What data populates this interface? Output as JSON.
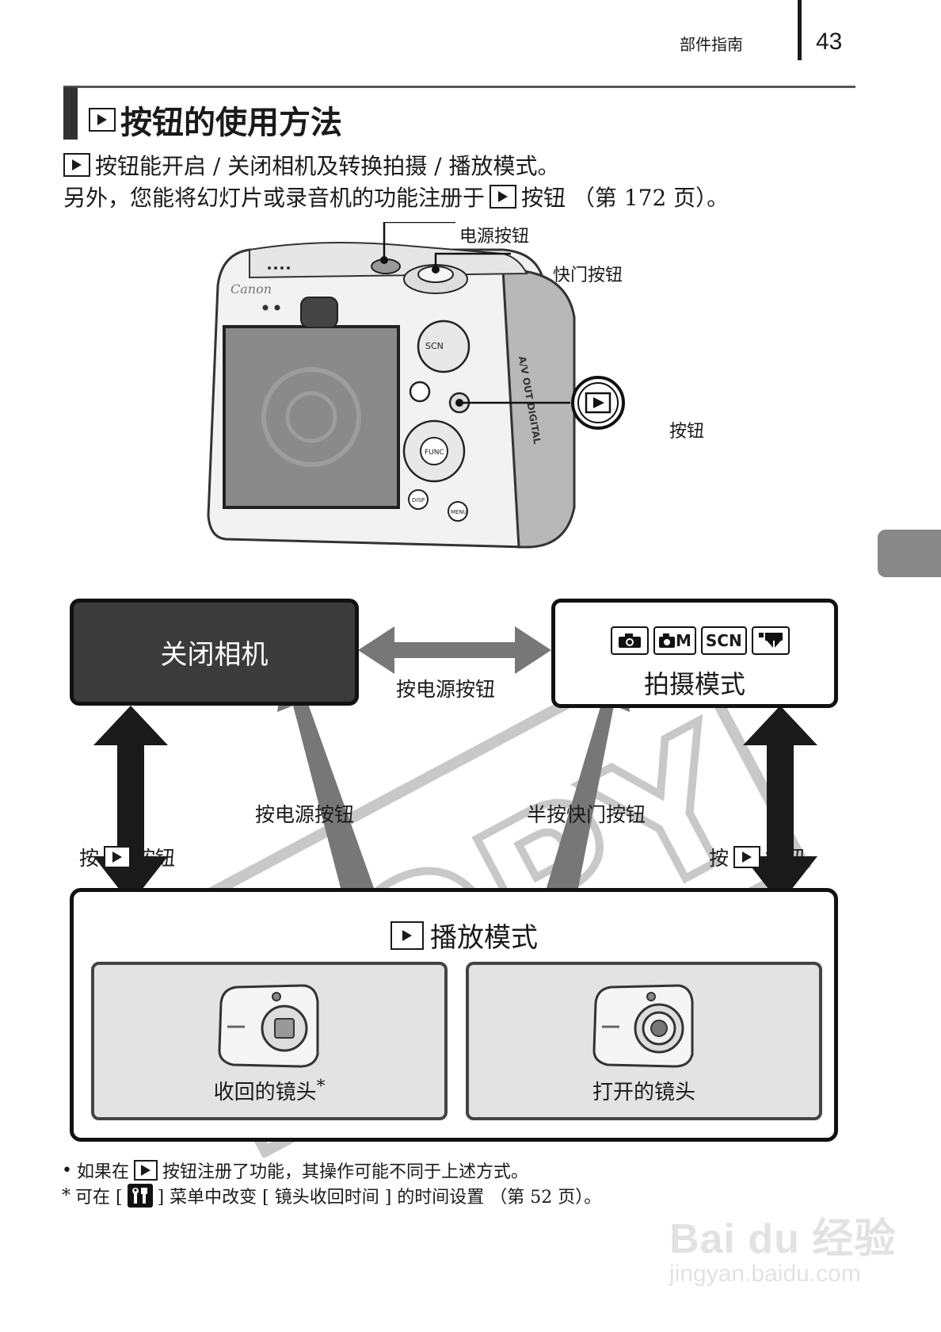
{
  "header": {
    "section": "部件指南",
    "page_number": "43"
  },
  "title": {
    "text": "按钮的使用方法",
    "icon": "play-icon"
  },
  "intro": {
    "line1": "按钮能开启 / 关闭相机及转换拍摄 / 播放模式。",
    "line2_before": "另外，您能将幻灯片或录音机的功能注册于",
    "line2_after": "按钮 （第 172 页）。"
  },
  "camera_callouts": {
    "power": "电源按钮",
    "shutter": "快门按钮",
    "play": "按钮"
  },
  "diagram": {
    "off_box": "关闭相机",
    "shoot_box": {
      "label": "拍摄模式",
      "icons": [
        "camera-auto-icon",
        "camera-manual-icon",
        "scn-icon",
        "movie-icon"
      ],
      "scn_text": "SCN",
      "m_text": "M"
    },
    "play_box": {
      "label": "播放模式"
    },
    "retracted_label": "收回的镜头",
    "retracted_mark": "*",
    "extended_label": "打开的镜头",
    "arrow_top": "按电源按钮",
    "arrow_left_diag": "按电源按钮",
    "arrow_right_diag": "半按快门按钮",
    "left_prefix": "按",
    "left_suffix": "按钮",
    "right_prefix": "按",
    "right_suffix": "按钮",
    "watermark": "COPY"
  },
  "footnotes": {
    "bullet": "•",
    "fn1_before": "如果在",
    "fn1_after": "按钮注册了功能，其操作可能不同于上述方式。",
    "star": "*",
    "fn2_before": "可在 [",
    "fn2_after": "] 菜单中改变 [ 镜头收回时间 ] 的时间设置 （第 52 页）。"
  },
  "watermark_site": {
    "brand": "Bai du 经验",
    "url": "jingyan.baidu.com"
  },
  "colors": {
    "dark_box": "#3b3b3b",
    "gray_arrow": "#777777",
    "black_arrow": "#1a1a1a",
    "sub_box": "#e3e3e3"
  }
}
